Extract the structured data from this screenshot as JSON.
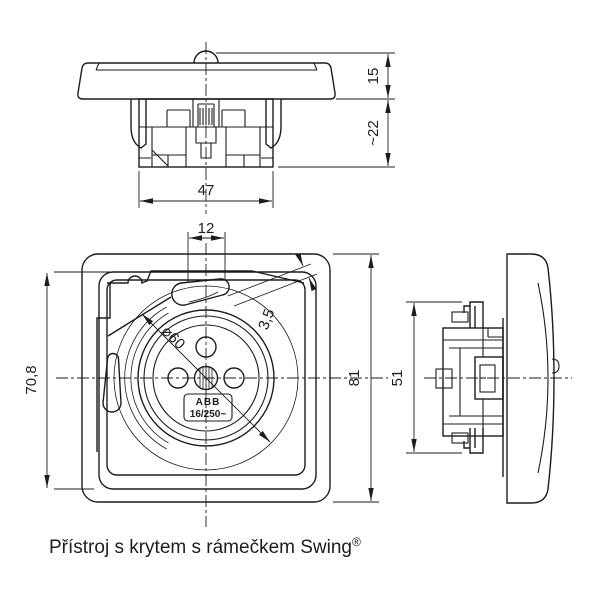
{
  "caption": {
    "text": "Přístroj s krytem s rámečkem Swing",
    "mark": "®"
  },
  "top_view": {
    "width": "47",
    "upper_height": "15",
    "lower_height": "~22"
  },
  "front_view": {
    "slot_width": "12",
    "cover_height": "70,8",
    "frame_height": "81",
    "circle_diameter": "⌀60",
    "slot_offset": "3,5",
    "logo": "ABB",
    "rating": "16/250~"
  },
  "side_view": {
    "insert_height": "51"
  },
  "colors": {
    "line": "#1d1d1d",
    "background": "#ffffff"
  }
}
